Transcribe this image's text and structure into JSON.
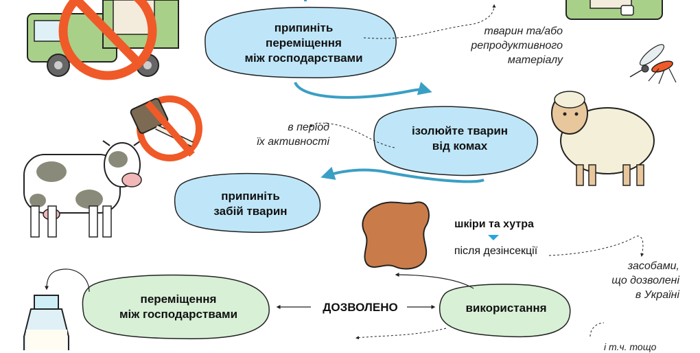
{
  "nodes": {
    "stop_movement": [
      "припиніть",
      "переміщення",
      "між господарствами"
    ],
    "isolate": [
      "ізолюйте тварин",
      "від комах"
    ],
    "stop_slaughter": [
      "припиніть",
      "забій тварин"
    ],
    "movement_allowed": [
      "переміщення",
      "між господарствами"
    ],
    "usage": "використання"
  },
  "notes": {
    "animals_material": [
      "тварин та/або",
      "репродуктивного",
      "матеріалу"
    ],
    "activity_period": [
      "в період",
      "їх активності"
    ],
    "means": [
      "засобами,",
      "що дозволені",
      "в Україні"
    ],
    "bottom_right": "і т.ч. тощо"
  },
  "allowed_label": "ДОЗВОЛЕНО",
  "skins": {
    "title": "шкіри та хутра",
    "subtitle": "після дезінсекції"
  },
  "colors": {
    "blue_node": "#bfe6f8",
    "green_node": "#d8f0d6",
    "arrow_blue": "#3a9fc4",
    "ban_red": "#ef5a28",
    "leather": "#c97c4a"
  }
}
